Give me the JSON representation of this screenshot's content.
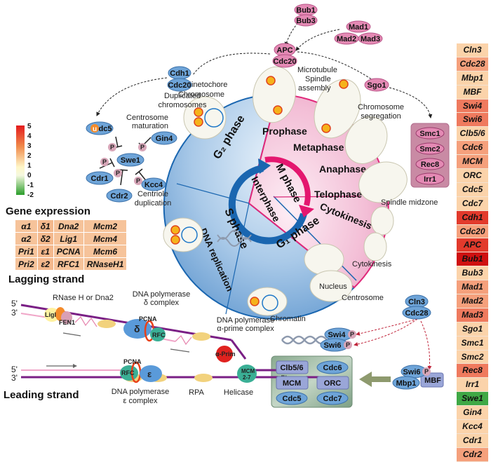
{
  "colorbar": {
    "ticks": [
      "5",
      "4",
      "3",
      "2",
      "1",
      "0",
      "-1",
      "-2"
    ],
    "colors": {
      "high": "#e41a1c",
      "mid": "#fffbd0",
      "low": "#2a9d2a"
    }
  },
  "gene_expression": {
    "title": "Gene expression",
    "rows": [
      [
        "α1",
        "δ1",
        "Dna2",
        "Mcm2"
      ],
      [
        "α2",
        "δ2",
        "Lig1",
        "Mcm4"
      ],
      [
        "Pri1",
        "ε1",
        "PCNA",
        "Mcm6"
      ],
      [
        "Pri2",
        "ε2",
        "RFC1",
        "RNaseH1"
      ]
    ]
  },
  "right_heatmap": [
    {
      "gene": "Cln3",
      "level": 1
    },
    {
      "gene": "Cdc28",
      "level": 2
    },
    {
      "gene": "Mbp1",
      "level": 1
    },
    {
      "gene": "MBF",
      "level": 1
    },
    {
      "gene": "Swi4",
      "level": 3
    },
    {
      "gene": "Swi6",
      "level": 3
    },
    {
      "gene": "Clb5/6",
      "level": 1
    },
    {
      "gene": "Cdc6",
      "level": 2
    },
    {
      "gene": "MCM",
      "level": 2
    },
    {
      "gene": "ORC",
      "level": 1
    },
    {
      "gene": "Cdc5",
      "level": 1
    },
    {
      "gene": "Cdc7",
      "level": 1
    },
    {
      "gene": "Cdh1",
      "level": 4
    },
    {
      "gene": "Cdc20",
      "level": 2
    },
    {
      "gene": "APC",
      "level": 4
    },
    {
      "gene": "Bub1",
      "level": 5
    },
    {
      "gene": "Bub3",
      "level": 1
    },
    {
      "gene": "Mad1",
      "level": 2
    },
    {
      "gene": "Mad2",
      "level": 2
    },
    {
      "gene": "Mad3",
      "level": 3
    },
    {
      "gene": "Sgo1",
      "level": 1
    },
    {
      "gene": "Smc1",
      "level": 1
    },
    {
      "gene": "Smc2",
      "level": 1
    },
    {
      "gene": "Rec8",
      "level": 3
    },
    {
      "gene": "Irr1",
      "level": 1
    },
    {
      "gene": "Swe1",
      "level": -1
    },
    {
      "gene": "Gin4",
      "level": 1
    },
    {
      "gene": "Kcc4",
      "level": 1
    },
    {
      "gene": "Cdr1",
      "level": 1
    },
    {
      "gene": "Cdr2",
      "level": 2
    }
  ],
  "level_colors": {
    "-1": "#3fa845",
    "1": "#fbd3aa",
    "2": "#f5a07c",
    "3": "#ef7a5e",
    "4": "#e23a2c",
    "5": "#cf1111"
  },
  "cycle": {
    "g2": "G₂ phase",
    "s": "S phase",
    "g1": "G₁ phase",
    "interphase": "Interphase",
    "m": "M phase",
    "prophase": "Prophase",
    "metaphase": "Metaphase",
    "anaphase": "Anaphase",
    "telophase": "Telophase",
    "cytokinesis": "Cytokinesis",
    "dna_replication": "DNA replication"
  },
  "labels": {
    "kinetochore": "Kinetochore",
    "chromosome": "Chromosome",
    "microtubule": "Microtubule",
    "spindle": "Spindle",
    "assembly": "assembly",
    "duplicated1": "Duplicated",
    "duplicated2": "chromosomes",
    "centrosome_mat1": "Centrosome",
    "centrosome_mat2": "maturation",
    "centriole1": "Centriole",
    "centriole2": "duplication",
    "chrom_seg1": "Chromosome",
    "chrom_seg2": "segregation",
    "spindle_midzone": "Spindle midzone",
    "cytokinesis": "Cytokinesis",
    "nucleus": "Nucleus",
    "centrosome": "Centrosome",
    "chromatin": "Chromatin"
  },
  "proteins": {
    "bub1": "Bub1",
    "bub3": "Bub3",
    "mad1": "Mad1",
    "mad2": "Mad2",
    "mad3": "Mad3",
    "apc": "APC",
    "cdc20": "Cdc20",
    "cdh1": "Cdh1",
    "cdc20b": "Cdc20",
    "sgo1": "Sgo1",
    "smc1": "Smc1",
    "smc2": "Smc2",
    "rec8": "Rec8",
    "irr1": "Irr1",
    "cdc5": "Cdc5",
    "u": "u",
    "swe1": "Swe1",
    "gin4": "Gin4",
    "cdr1": "Cdr1",
    "cdr2": "Cdr2",
    "kcc4": "Kcc4",
    "p": "P",
    "cln3": "Cln3",
    "cdc28": "Cdc28",
    "swi4": "Swi4",
    "swi6": "Swi6",
    "swi6b": "Swi6",
    "mbp1": "Mbp1",
    "mbf": "MBF",
    "clb56": "Clb5/6",
    "cdc6": "Cdc6",
    "mcm": "MCM",
    "orc": "ORC",
    "cdc5b": "Cdc5",
    "cdc7": "Cdc7"
  },
  "replication": {
    "lagging": "Lagging strand",
    "leading": "Leading strand",
    "five": "5'",
    "three": "3'",
    "rnase": "RNase H or Dna2",
    "lig": "LigI",
    "fen1": "FEN1",
    "pol_delta1": "DNA polymerase",
    "pol_delta2": "δ complex",
    "delta": "δ",
    "pcna": "PCNA",
    "rfc": "RFC",
    "pol_alpha1": "DNA polymerase",
    "pol_alpha2": "α-prime complex",
    "aprim": "α-Prim",
    "mcm1": "MCM",
    "mcm2": "2-7",
    "epsilon": "ε",
    "pol_eps1": "DNA polymerase",
    "pol_eps2": "ε complex",
    "rpa": "RPA",
    "helicase": "Helicase"
  }
}
